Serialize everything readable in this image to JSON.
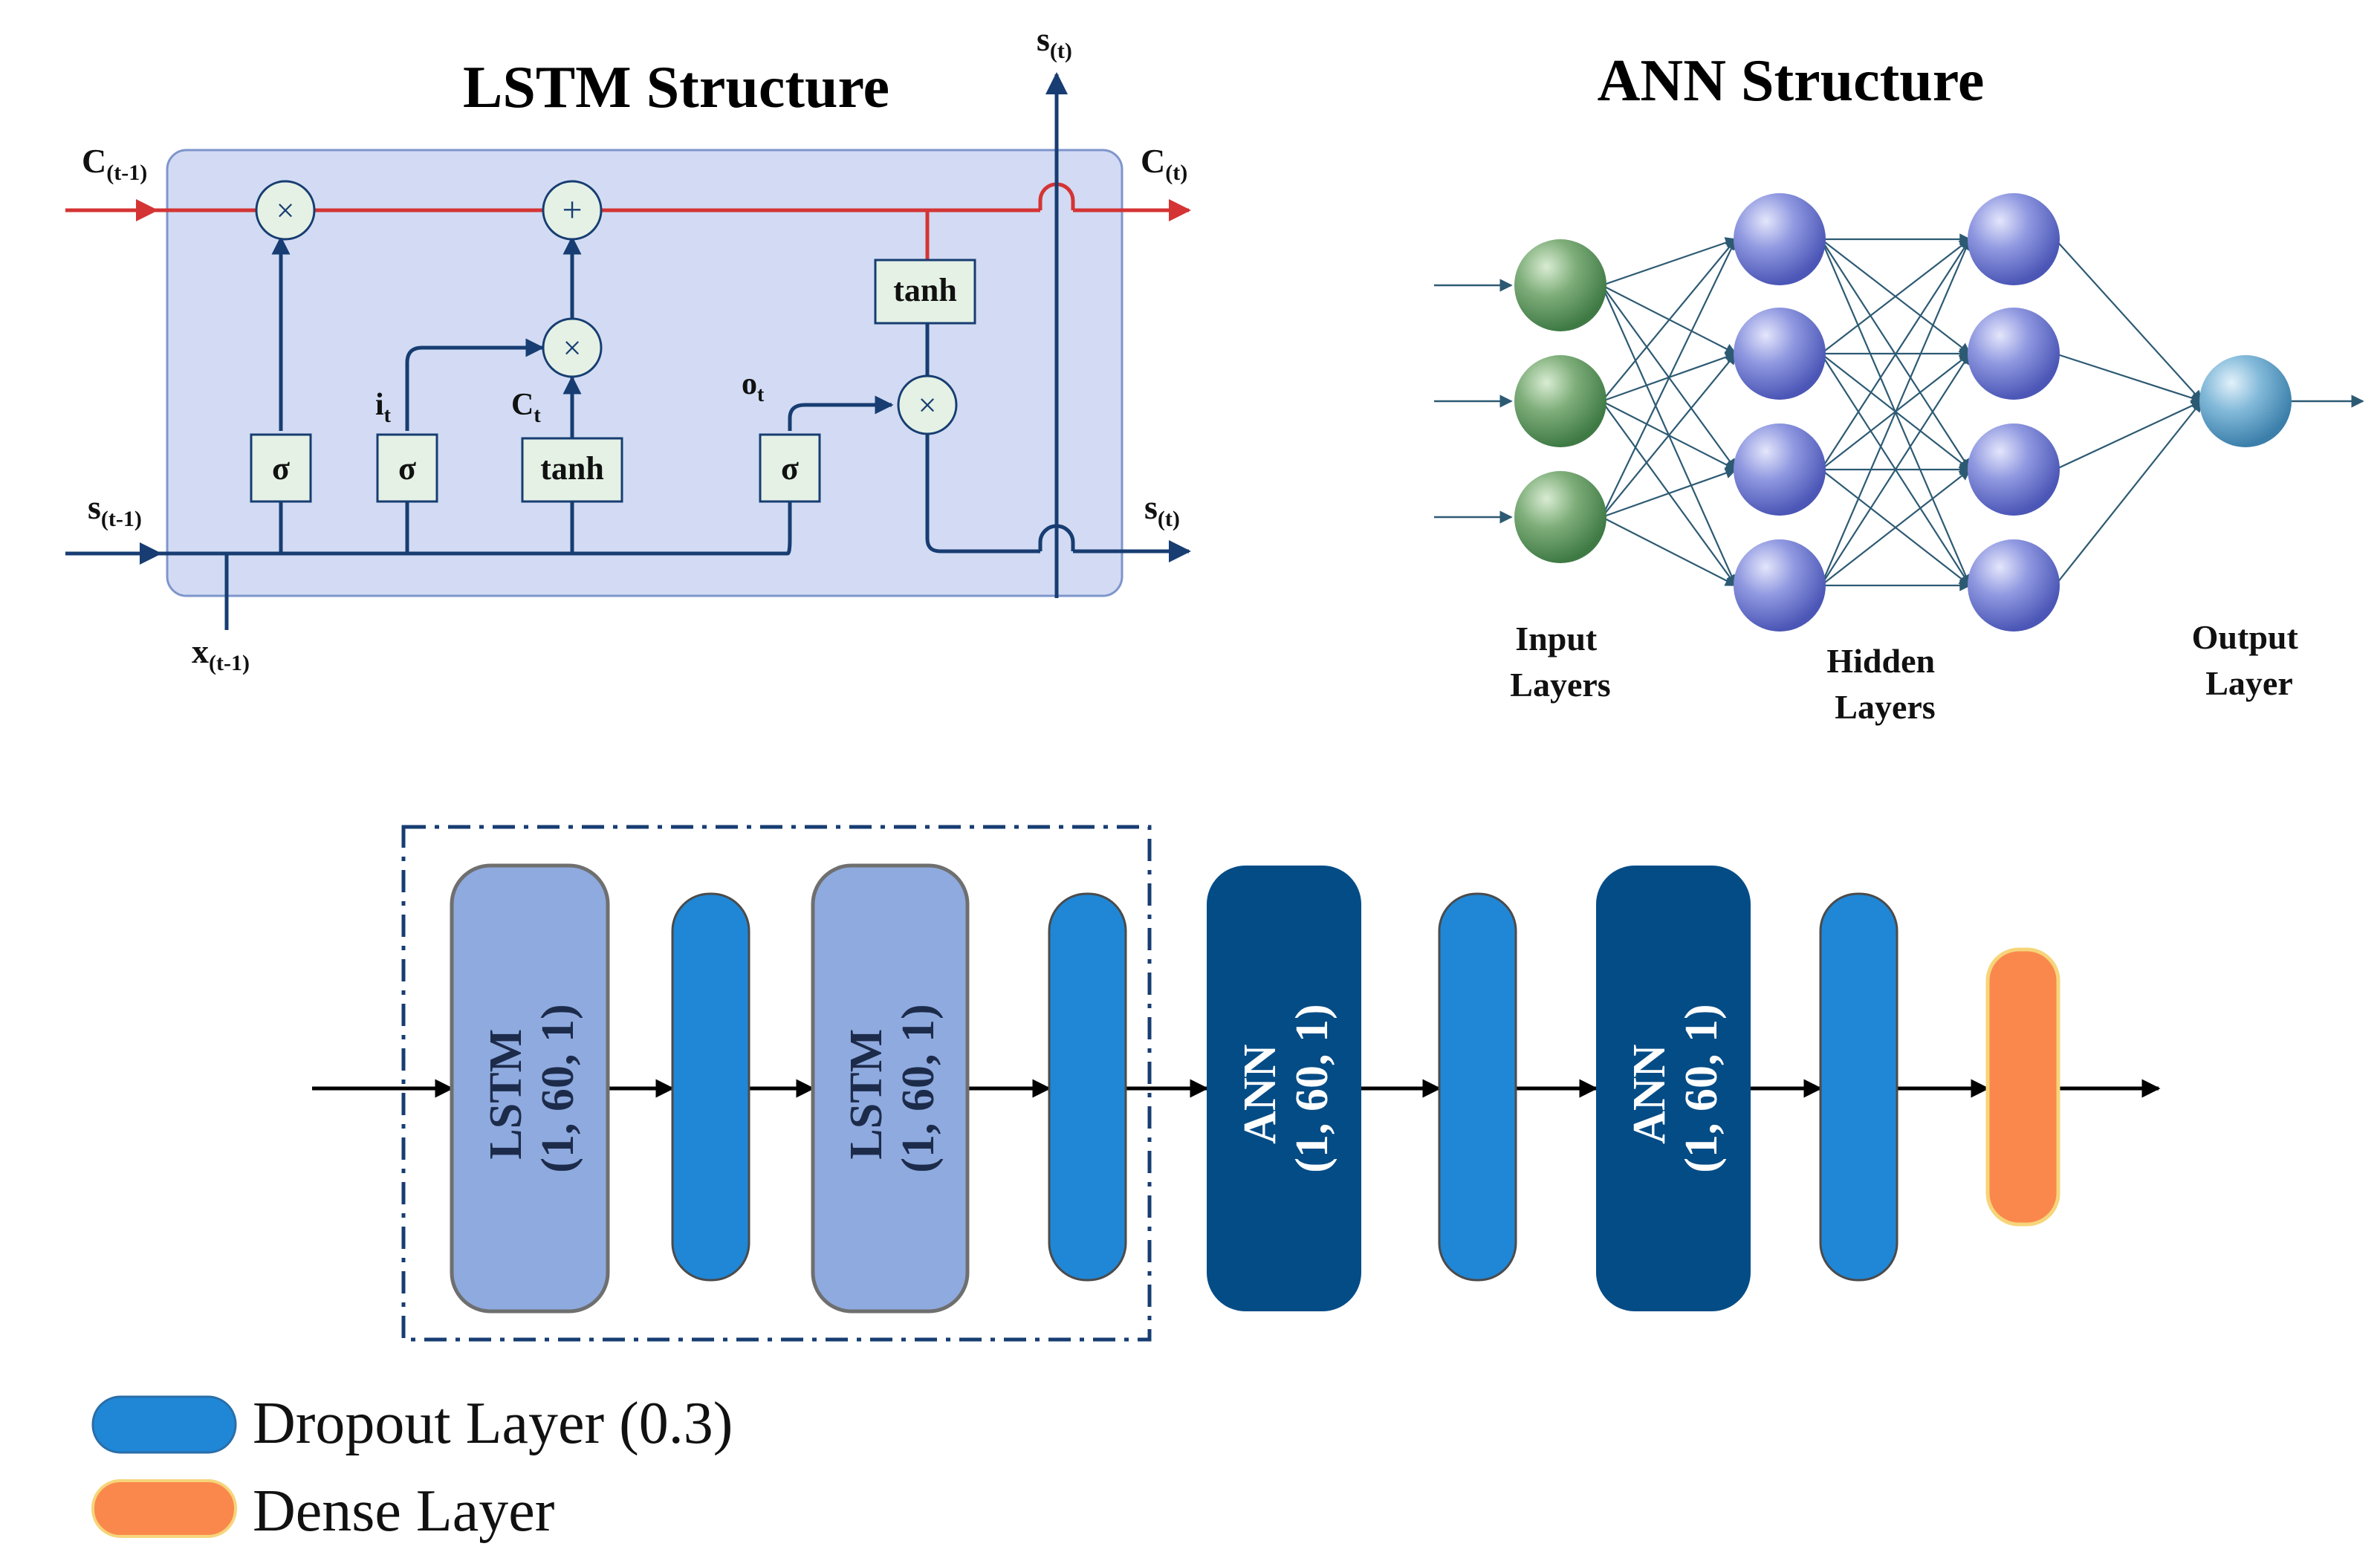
{
  "lstm_section": {
    "title": "LSTM Structure",
    "c_prev": "C",
    "c_prev_sub": "(t-1)",
    "c_next": "C",
    "c_next_sub": "(t)",
    "s_prev": "s",
    "s_prev_sub": "(t-1)",
    "s_next": "s",
    "s_next_sub": "(t)",
    "s_top": "s",
    "s_top_sub": "(t)",
    "x_in": "x",
    "x_in_sub": "(t-1)",
    "forget_gate": "σ",
    "input_gate": "σ",
    "cand_tanh": "tanh",
    "output_gate": "σ",
    "cell_tanh": "tanh",
    "mult_symbol": "×",
    "add_symbol": "+",
    "i_label": "i",
    "i_sub": "t",
    "ct_label": "C",
    "ct_sub": "t",
    "o_label": "o",
    "o_sub": "t"
  },
  "ann_section": {
    "title": "ANN Structure",
    "input_label": [
      "Input",
      "Layers"
    ],
    "hidden_label": [
      "Hidden",
      "Layers"
    ],
    "output_label": [
      "Output",
      "Layer"
    ]
  },
  "architecture": {
    "lstm1_name": "LSTM",
    "lstm1_shape": "(1, 60, 1)",
    "lstm2_name": "LSTM",
    "lstm2_shape": "(1, 60, 1)",
    "ann1_name": "ANN",
    "ann1_shape": "(1, 60, 1)",
    "ann2_name": "ANN",
    "ann2_shape": "(1, 60, 1)"
  },
  "legend": {
    "dropout": "Dropout Layer (0.3)",
    "dense": "Dense Layer"
  },
  "colors": {
    "lstm_block": "#8eaadf",
    "ann_block": "#044c86",
    "dropout": "#1f87d6",
    "dense": "#fa884c",
    "cell_state_line": "#d43434",
    "hidden_line": "#173d72",
    "lstm_panel": "#d2dbf3"
  }
}
